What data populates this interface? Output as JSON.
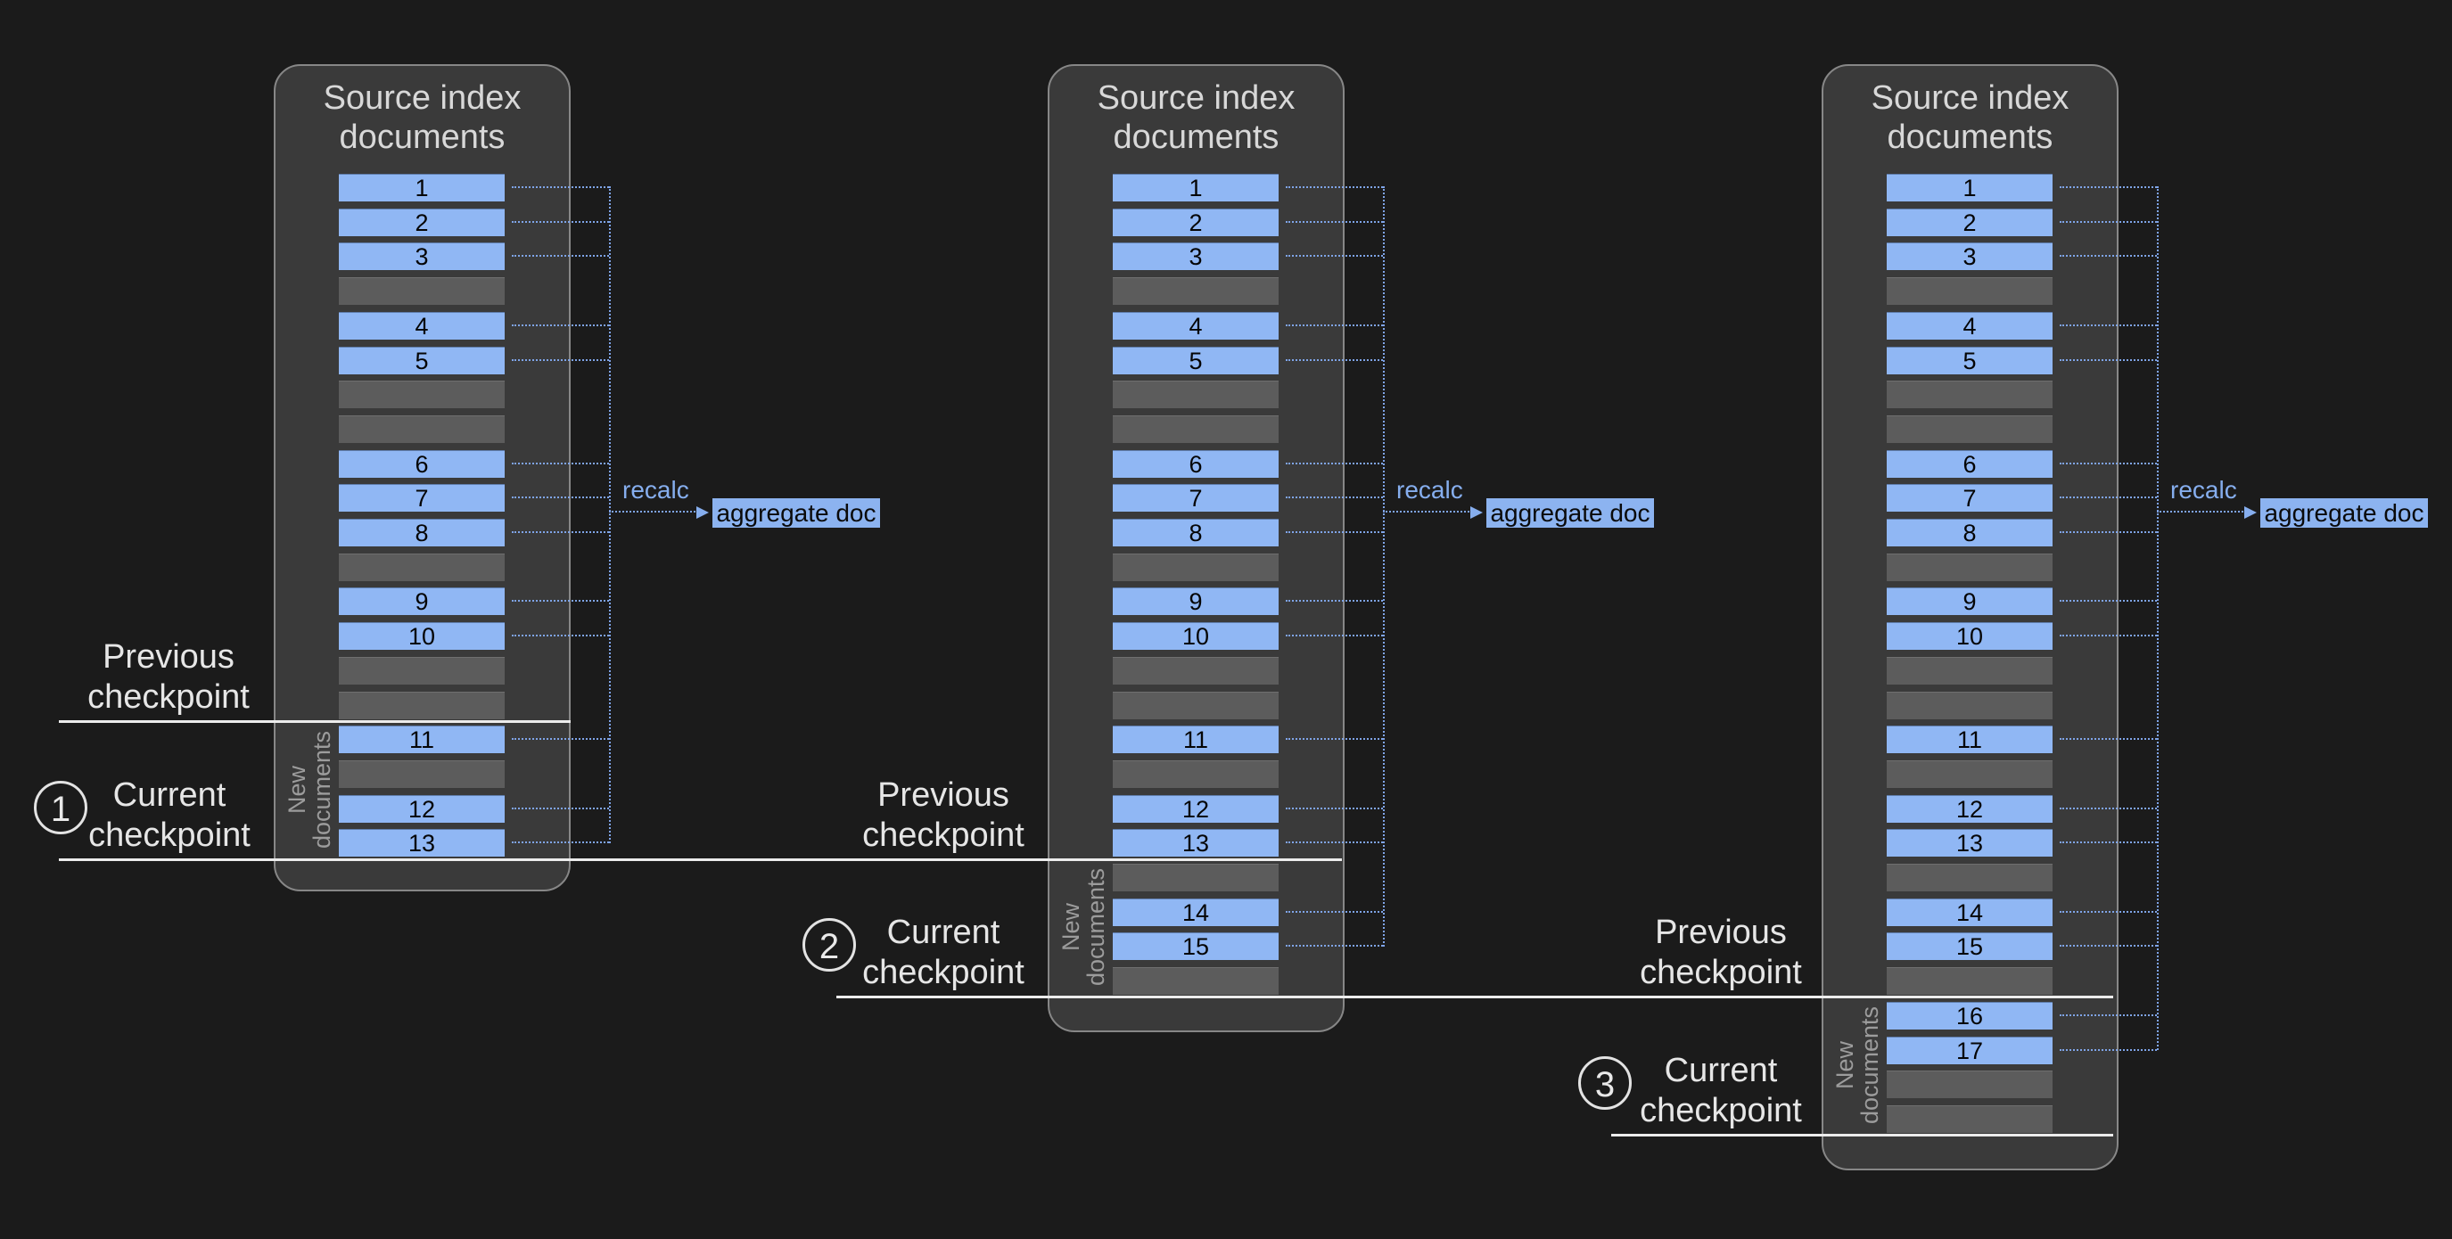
{
  "title": {
    "line1": "Source index",
    "line2": "documents"
  },
  "recalc_label": "recalc",
  "aggregate_label": "aggregate doc",
  "new_documents": {
    "line1": "New",
    "line2": "documents"
  },
  "checkpoint_labels": {
    "previous_line1": "Previous",
    "previous_line2": "checkpoint",
    "current_line1": "Current",
    "current_line2": "checkpoint"
  },
  "steps": [
    "1",
    "2",
    "3"
  ],
  "panels": [
    {
      "name": "panel-1",
      "rows": [
        "1",
        "2",
        "3",
        "",
        "4",
        "5",
        "",
        "",
        "6",
        "7",
        "8",
        "",
        "9",
        "10",
        "",
        "",
        "11",
        "",
        "12",
        "13"
      ]
    },
    {
      "name": "panel-2",
      "rows": [
        "1",
        "2",
        "3",
        "",
        "4",
        "5",
        "",
        "",
        "6",
        "7",
        "8",
        "",
        "9",
        "10",
        "",
        "",
        "11",
        "",
        "12",
        "13",
        "",
        "14",
        "15",
        ""
      ]
    },
    {
      "name": "panel-3",
      "rows": [
        "1",
        "2",
        "3",
        "",
        "4",
        "5",
        "",
        "",
        "6",
        "7",
        "8",
        "",
        "9",
        "10",
        "",
        "",
        "11",
        "",
        "12",
        "13",
        "",
        "14",
        "15",
        "",
        "16",
        "17",
        "",
        ""
      ]
    }
  ],
  "colors": {
    "background": "#1b1b1b",
    "panel_fill": "#3a3a3a",
    "panel_border": "#878787",
    "doc_blue": "#90b7f4",
    "doc_gray": "#5c5c5c",
    "doc_text": "#050505",
    "title_text": "#d8d8d8",
    "label_text": "#e6e6e6",
    "muted_text": "#9c9c9c",
    "dotted_blue": "#7fa4e8",
    "recalc_blue": "#86aeee",
    "checkpoint_line": "#ececec"
  }
}
